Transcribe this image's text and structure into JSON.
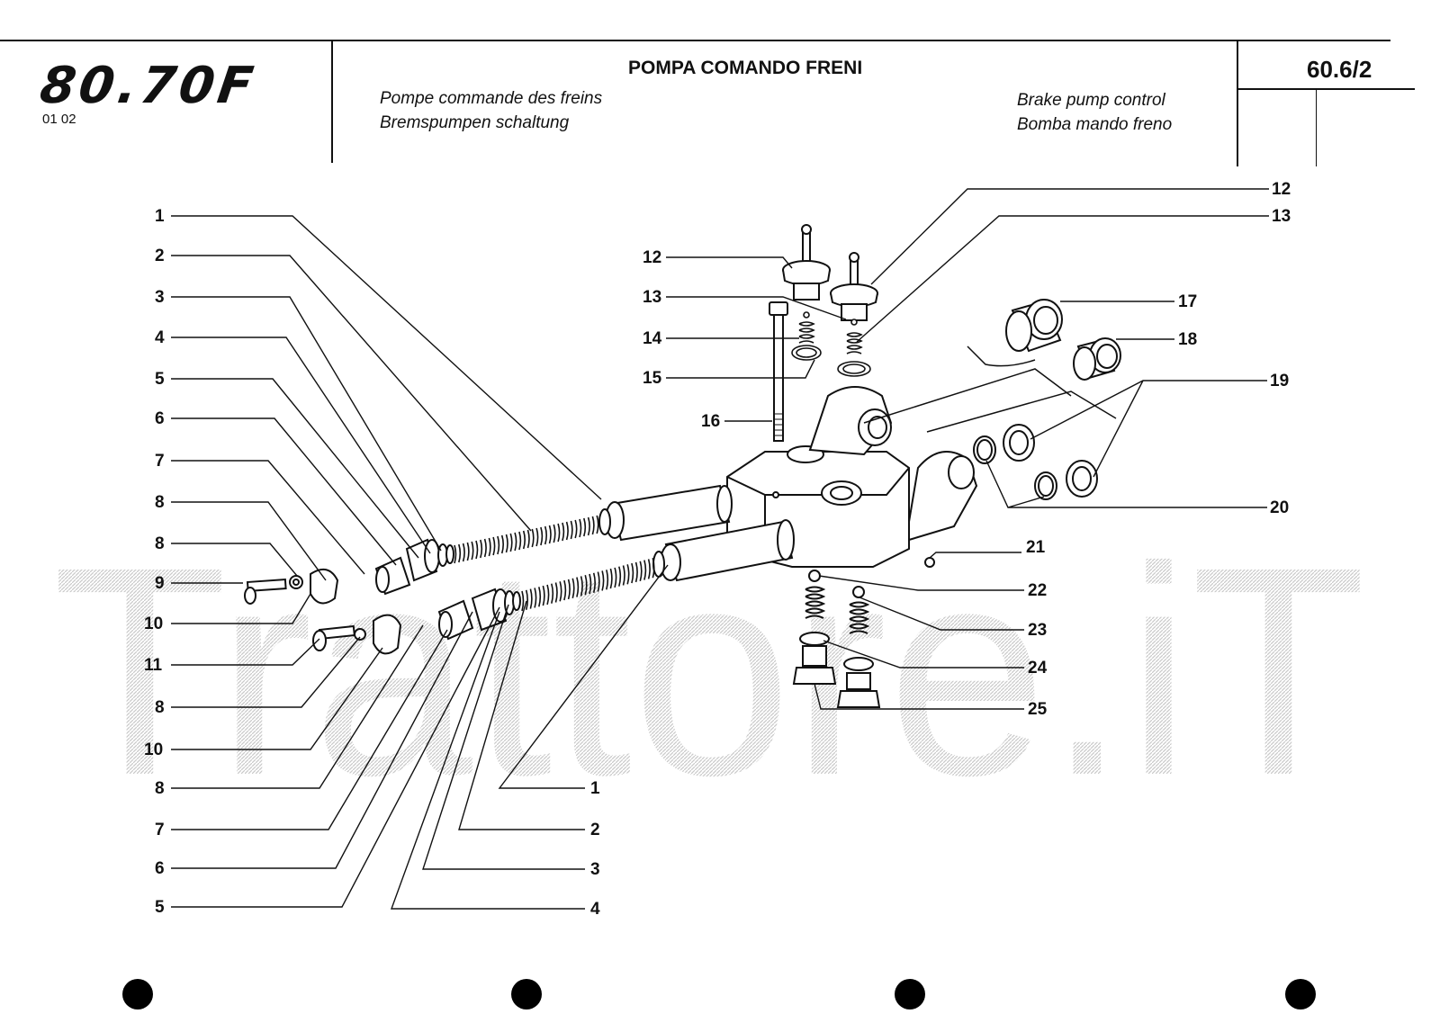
{
  "header": {
    "model_logo": "80.70F",
    "code": "01 02",
    "title": "POMPA COMANDO FRENI",
    "subtitle_fr": "Pompe commande des freins",
    "subtitle_de": "Bremspumpen schaltung",
    "subtitle_en": "Brake pump control",
    "subtitle_es": "Bomba mando freno",
    "page_number": "60.6/2"
  },
  "watermark": "Trattore.iT",
  "callouts_left": [
    "1",
    "2",
    "3",
    "4",
    "5",
    "6",
    "7",
    "8",
    "8",
    "9",
    "10",
    "11",
    "8",
    "10",
    "8",
    "7",
    "6",
    "5"
  ],
  "callouts_bottom": [
    "1",
    "2",
    "3",
    "4"
  ],
  "callouts_center": [
    "12",
    "13",
    "14",
    "15",
    "16"
  ],
  "callouts_right": [
    "12",
    "13",
    "17",
    "18",
    "19",
    "20",
    "21",
    "22",
    "23",
    "24",
    "25"
  ]
}
